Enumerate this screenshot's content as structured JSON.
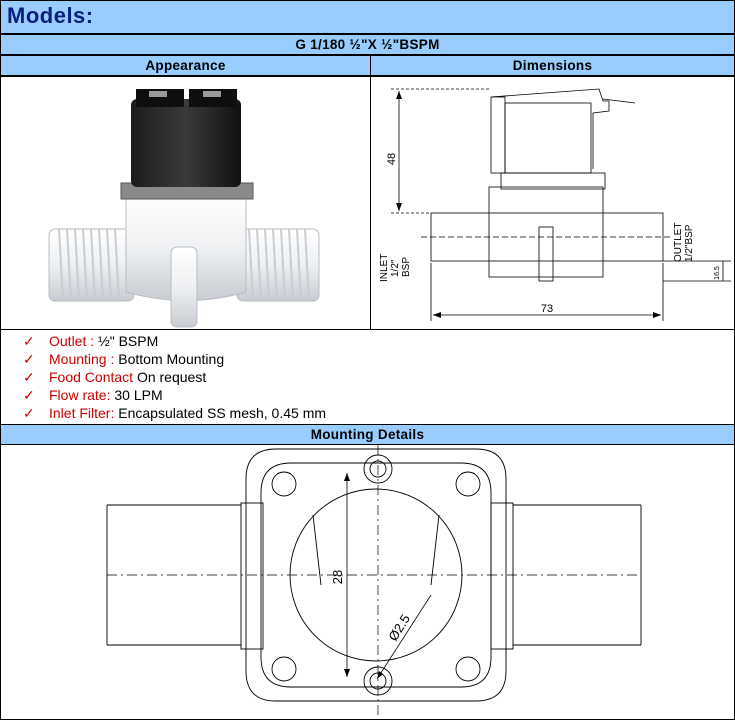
{
  "header": {
    "title": "Models:"
  },
  "model": {
    "name": "G 1/180 ½\"X ½\"BSPM"
  },
  "columns": {
    "appearance": "Appearance",
    "dimensions": "Dimensions"
  },
  "dimensions": {
    "height": "48",
    "width": "73",
    "small": "16.5",
    "inlet": [
      "INLET",
      "1/2\"",
      "BSP"
    ],
    "outlet": [
      "OUTLET",
      "1/2\"BSP"
    ]
  },
  "specs": [
    {
      "icon": "check-icon",
      "label": "Outlet :",
      "value": " ½\" BSPM"
    },
    {
      "icon": "check-icon",
      "label": "Mounting :",
      "value": " Bottom Mounting"
    },
    {
      "icon": "check-icon",
      "label": "Food Contact",
      "value": " On request"
    },
    {
      "icon": "check-icon",
      "label": "Flow rate:",
      "value": " 30 LPM"
    },
    {
      "icon": "check-icon",
      "label": "Inlet Filter:",
      "value": " Encapsulated SS mesh, 0.45 mm"
    }
  ],
  "mounting": {
    "title": "Mounting Details",
    "dim_vertical": "28",
    "dim_hole": "Ø2.5"
  },
  "colors": {
    "header_bg": "#99ccff",
    "title": "#0b1f7d",
    "accent_red": "#cc0000"
  }
}
